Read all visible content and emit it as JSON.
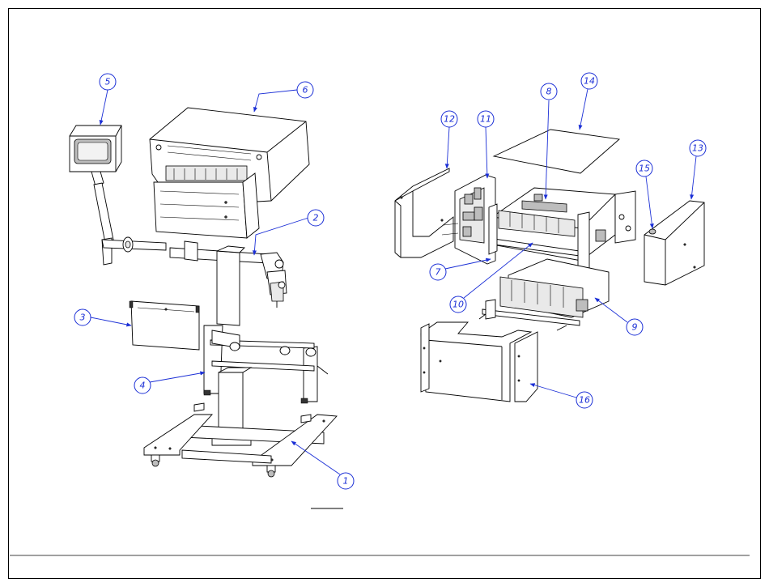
{
  "drawing": {
    "type": "exploded assembly drawing",
    "balloons": [
      {
        "id": "b1",
        "label": "1"
      },
      {
        "id": "b2",
        "label": "2"
      },
      {
        "id": "b3",
        "label": "3"
      },
      {
        "id": "b4",
        "label": "4"
      },
      {
        "id": "b5",
        "label": "5"
      },
      {
        "id": "b6",
        "label": "6"
      },
      {
        "id": "b7",
        "label": "7"
      },
      {
        "id": "b8",
        "label": "8"
      },
      {
        "id": "b9",
        "label": "9"
      },
      {
        "id": "b10",
        "label": "10"
      },
      {
        "id": "b11",
        "label": "11"
      },
      {
        "id": "b12",
        "label": "12"
      },
      {
        "id": "b13",
        "label": "13"
      },
      {
        "id": "b14",
        "label": "14"
      },
      {
        "id": "b15",
        "label": "15"
      },
      {
        "id": "b16",
        "label": "16"
      }
    ],
    "colors": {
      "balloon": "#1b2fd6",
      "line": "#000000"
    }
  }
}
